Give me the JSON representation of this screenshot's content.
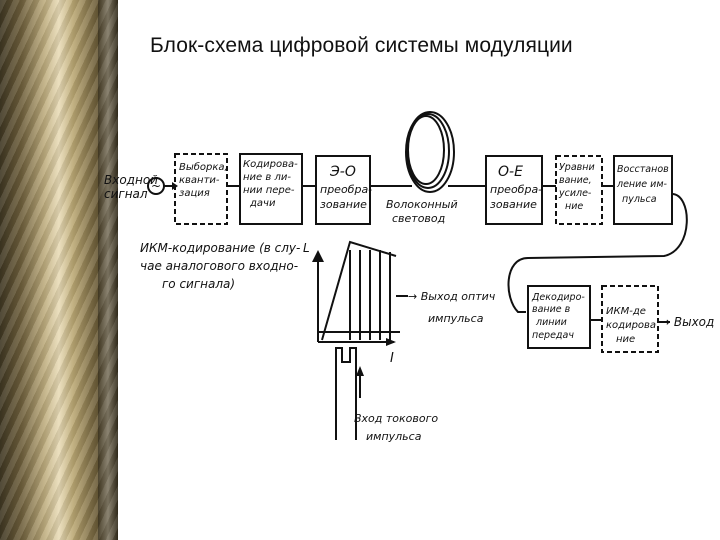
{
  "title": "Блок-схема цифровой системы модуляции",
  "input": {
    "line1": "Входной",
    "line2": "сигнал",
    "symbol": "~"
  },
  "blocks": {
    "sampling": [
      "Выборка,",
      "кванти-",
      "зация"
    ],
    "coding": [
      "Кодирова-",
      "ние в ли-",
      "нии пере-",
      "дачи"
    ],
    "eo": [
      "Э-О",
      "преобра-",
      "зование"
    ],
    "oe": [
      "О-Е",
      "преобра-",
      "зование"
    ],
    "equalize": [
      "Уравни",
      "вание,",
      "усиле-",
      "ние"
    ],
    "restore": [
      "Восстанов",
      "ление им-",
      "пульса"
    ],
    "decoding": [
      "Декодиро-",
      "вание в",
      "линии",
      "передач"
    ],
    "pcm_decoding": [
      "ИКМ-де",
      "кодирова",
      "ние"
    ]
  },
  "fiber": [
    "Волоконный",
    "световод"
  ],
  "pcm_note": [
    "ИКМ-кодирование (в слу-",
    "чае аналогового входно-",
    "го сигнала)"
  ],
  "graph": {
    "y_axis": "L",
    "x_axis": "I",
    "optical_out": [
      "→ Выход оптич",
      "импульса"
    ],
    "current_in": [
      "Вход токового",
      "импульса"
    ]
  },
  "output": "→ Выход",
  "colors": {
    "ink": "#111111",
    "border_gold": "#bfae80",
    "border_dark": "#3e3622"
  }
}
